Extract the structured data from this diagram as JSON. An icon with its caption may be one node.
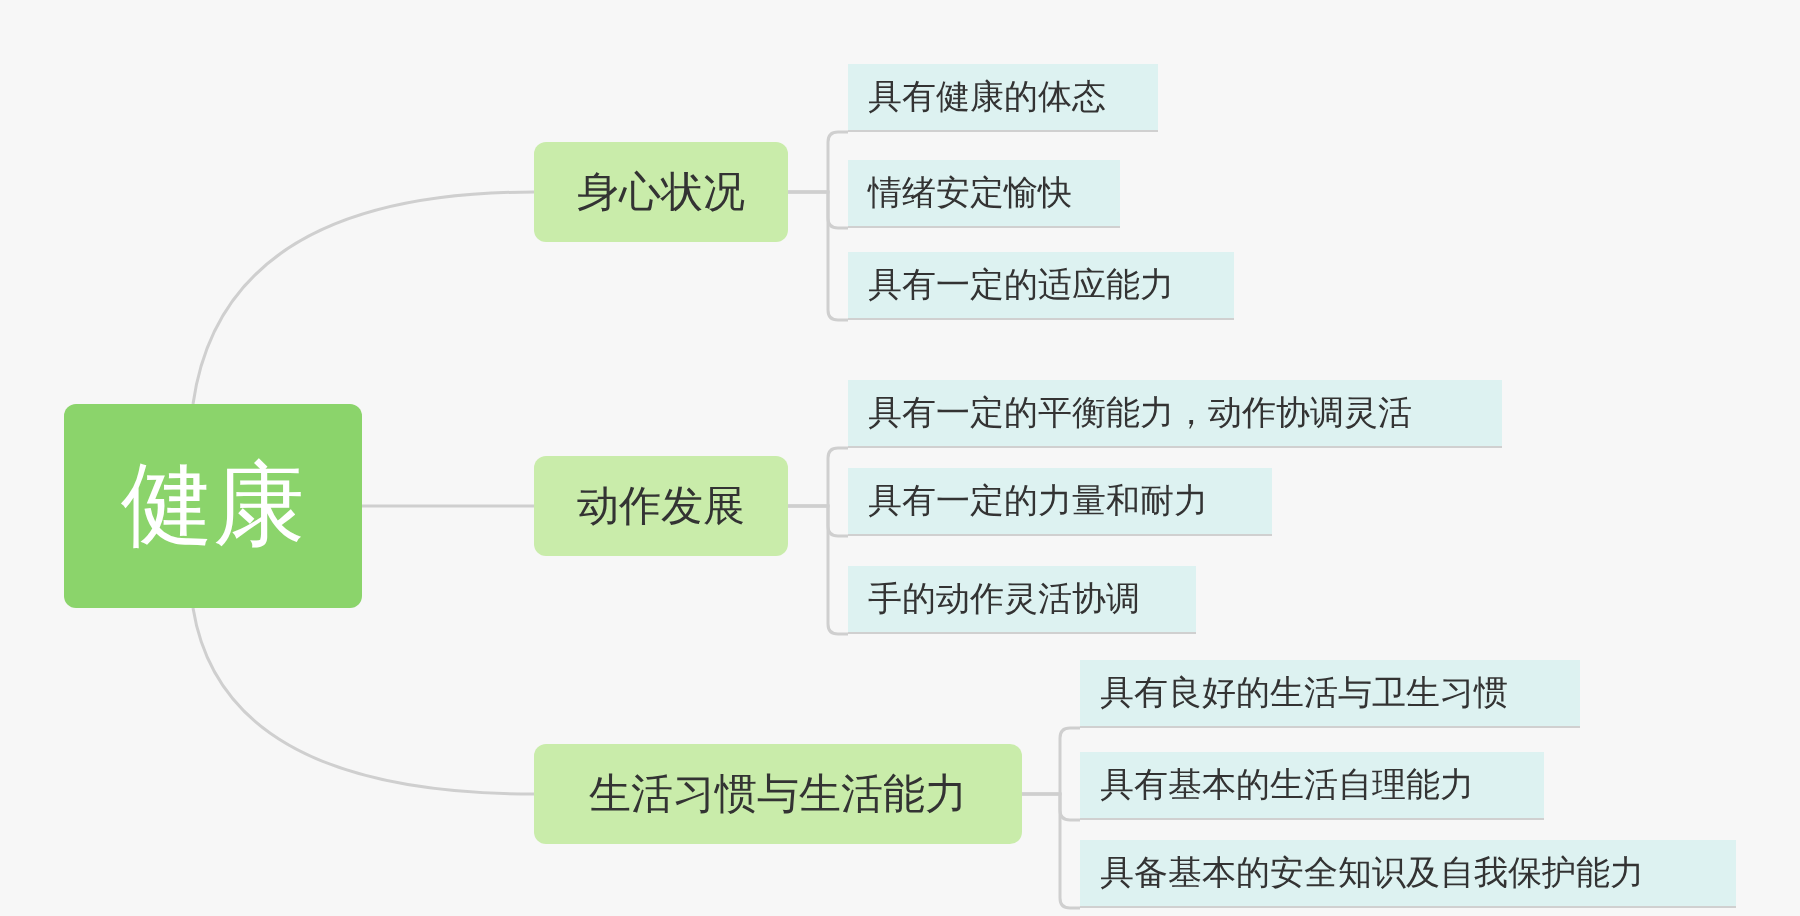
{
  "diagram": {
    "nodes": [
      {
        "text": [
          "健康"
        ]
      },
      {
        "text": [
          "身心状况"
        ]
      },
      {
        "text": [
          "具有健康的体态"
        ]
      },
      {
        "text": [
          "情绪安定愉快"
        ]
      },
      {
        "text": [
          "具有一定的适应能力"
        ]
      },
      {
        "text": [
          "动作发展"
        ]
      },
      {
        "text": [
          "具有一定的平衡能力，动作协调灵活"
        ]
      },
      {
        "text": [
          "具有一定的力量和耐力"
        ]
      },
      {
        "text": [
          "手的动作灵活协调"
        ]
      },
      {
        "text": [
          "生活习惯与生活能力"
        ]
      },
      {
        "text": [
          "具有良好的生活与卫生习惯"
        ]
      },
      {
        "text": [
          "具有基本的生活自理能力"
        ]
      },
      {
        "text": [
          "具备基本的安全知识及自我保护能力"
        ]
      }
    ],
    "edges": [
      {
        "from": 0,
        "to": 1,
        "arrow": "none"
      },
      {
        "from": 0,
        "to": 5,
        "arrow": "none"
      },
      {
        "from": 0,
        "to": 9,
        "arrow": "none"
      },
      {
        "from": 1,
        "to": 2,
        "arrow": "none"
      },
      {
        "from": 1,
        "to": 3,
        "arrow": "none"
      },
      {
        "from": 1,
        "to": 4,
        "arrow": "none"
      },
      {
        "from": 5,
        "to": 6,
        "arrow": "none"
      },
      {
        "from": 5,
        "to": 7,
        "arrow": "none"
      },
      {
        "from": 5,
        "to": 8,
        "arrow": "none"
      },
      {
        "from": 9,
        "to": 10,
        "arrow": "none"
      },
      {
        "from": 9,
        "to": 11,
        "arrow": "none"
      },
      {
        "from": 9,
        "to": 12,
        "arrow": "none"
      }
    ]
  }
}
